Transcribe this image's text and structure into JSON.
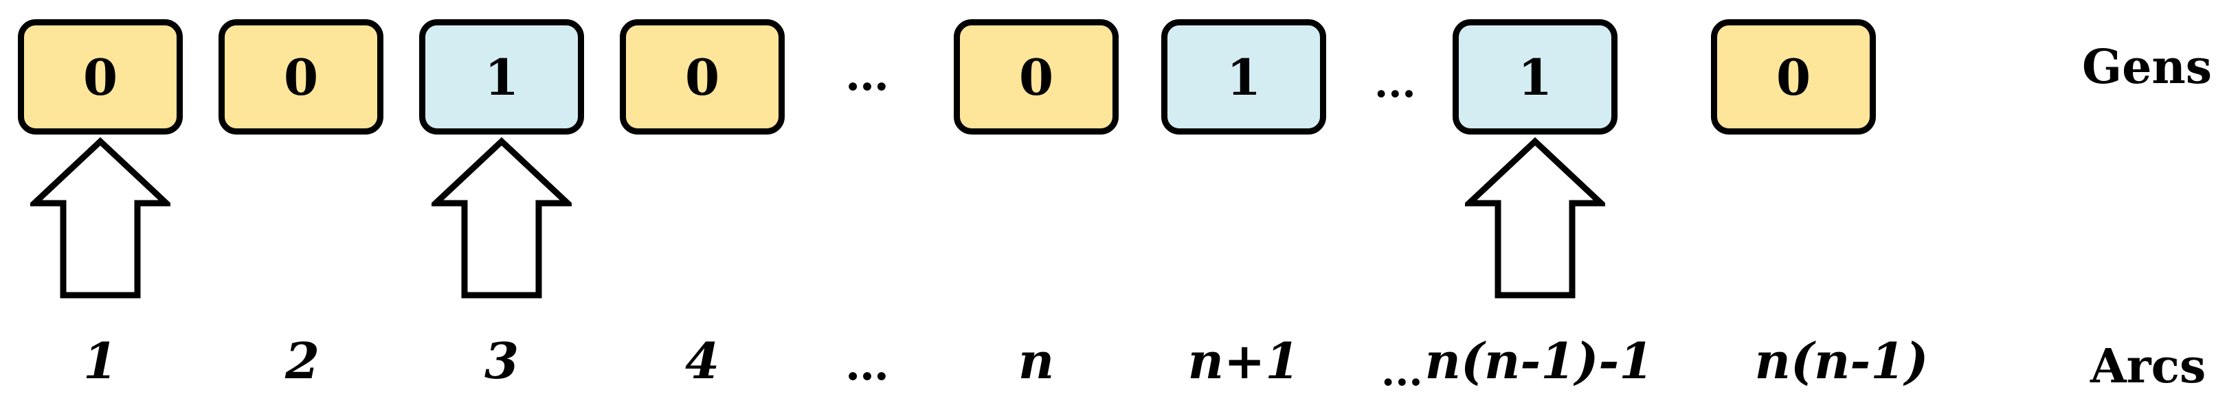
{
  "genes": [
    {
      "value": "0",
      "kind": "zero"
    },
    {
      "value": "0",
      "kind": "zero"
    },
    {
      "value": "1",
      "kind": "one"
    },
    {
      "value": "0",
      "kind": "zero"
    },
    {
      "value": "0",
      "kind": "zero"
    },
    {
      "value": "1",
      "kind": "one"
    },
    {
      "value": "1",
      "kind": "one"
    },
    {
      "value": "0",
      "kind": "zero"
    }
  ],
  "ellipsis": "…",
  "gene_ellipsis_2": "...",
  "arc_ellipsis_2": "...",
  "arcs": [
    "1",
    "2",
    "3",
    "4",
    "n",
    "n+1",
    "n(n-1)-1",
    "n(n-1)"
  ],
  "row_labels": {
    "gens": "Gens",
    "arcs": "Arcs"
  },
  "colors": {
    "zero_fill": "#FDE59A",
    "one_fill": "#D4EDF3",
    "border": "#000000",
    "arrow_stroke": "#000000",
    "arrow_fill": "#FFFFFF"
  }
}
